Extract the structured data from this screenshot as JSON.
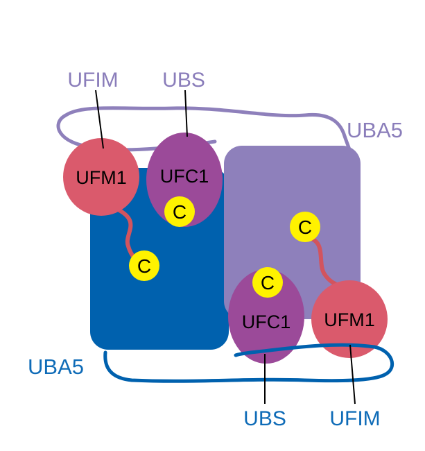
{
  "labels": {
    "top_ufim": "UFIM",
    "top_ubs": "UBS",
    "top_uba5": "UBA5",
    "bottom_uba5": "UBA5",
    "bottom_ubs": "UBS",
    "bottom_ufim": "UFIM",
    "ufm1_left": "UFM1",
    "ufc1_left": "UFC1",
    "ufm1_right": "UFM1",
    "ufc1_right": "UFC1",
    "cys": "C"
  },
  "colors": {
    "uba5_blue": "#0061AE",
    "uba5_purple": "#8E80BB",
    "label_blue": "#0E6BB7",
    "label_purple": "#8A7DBA",
    "ufm1": "#DA5A6C",
    "ufc1": "#9B4A99",
    "cys": "#FFF200",
    "linker": "#D2545E"
  }
}
